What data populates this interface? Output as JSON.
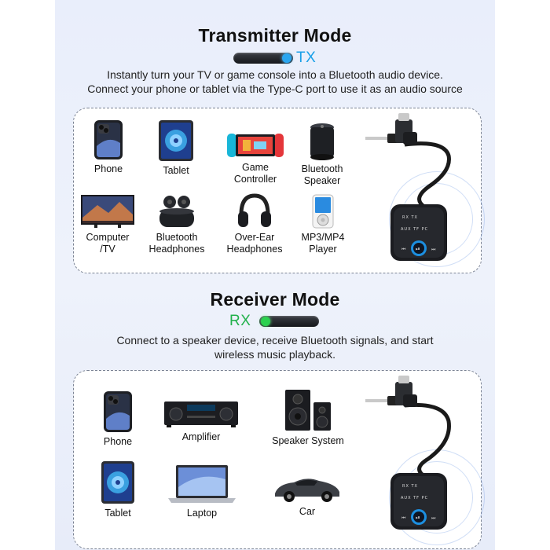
{
  "transmitter": {
    "title": "Transmitter Mode",
    "tag": "TX",
    "tag_color": "#1aa0e8",
    "desc_line1": "Instantly turn your TV or game console into a Bluetooth audio device.",
    "desc_line2": "Connect your phone or tablet via the Type-C port to use it as an audio source",
    "items": [
      {
        "label1": "Phone",
        "label2": "",
        "icon": "phone-icon"
      },
      {
        "label1": "Tablet",
        "label2": "",
        "icon": "tablet-icon"
      },
      {
        "label1": "Game",
        "label2": "Controller",
        "icon": "game-console-icon"
      },
      {
        "label1": "Bluetooth",
        "label2": "Speaker",
        "icon": "speaker-icon"
      },
      {
        "label1": "Computer",
        "label2": "/TV",
        "icon": "tv-icon"
      },
      {
        "label1": "Bluetooth",
        "label2": "Headphones",
        "icon": "earbuds-icon"
      },
      {
        "label1": "Over-Ear",
        "label2": "Headphones",
        "icon": "headphones-icon"
      },
      {
        "label1": "MP3/MP4",
        "label2": "Player",
        "icon": "mp3-player-icon"
      }
    ]
  },
  "receiver": {
    "title": "Receiver Mode",
    "tag": "RX",
    "tag_color": "#22b14c",
    "desc_line1": "Connect to a speaker device, receive Bluetooth signals, and start",
    "desc_line2": "wireless music playback.",
    "items": [
      {
        "label1": "Phone",
        "label2": "",
        "icon": "phone-icon"
      },
      {
        "label1": "Amplifier",
        "label2": "",
        "icon": "amplifier-icon"
      },
      {
        "label1": "Speaker System",
        "label2": "",
        "icon": "speaker-system-icon"
      },
      {
        "label1": "Tablet",
        "label2": "",
        "icon": "tablet-icon"
      },
      {
        "label1": "Laptop",
        "label2": "",
        "icon": "laptop-icon"
      },
      {
        "label1": "Car",
        "label2": "",
        "icon": "car-icon"
      }
    ]
  },
  "device": {
    "top_row": [
      "RX",
      "TX",
      "AUX",
      "TF",
      "PC"
    ],
    "play_icon": "play-pause-icon"
  }
}
